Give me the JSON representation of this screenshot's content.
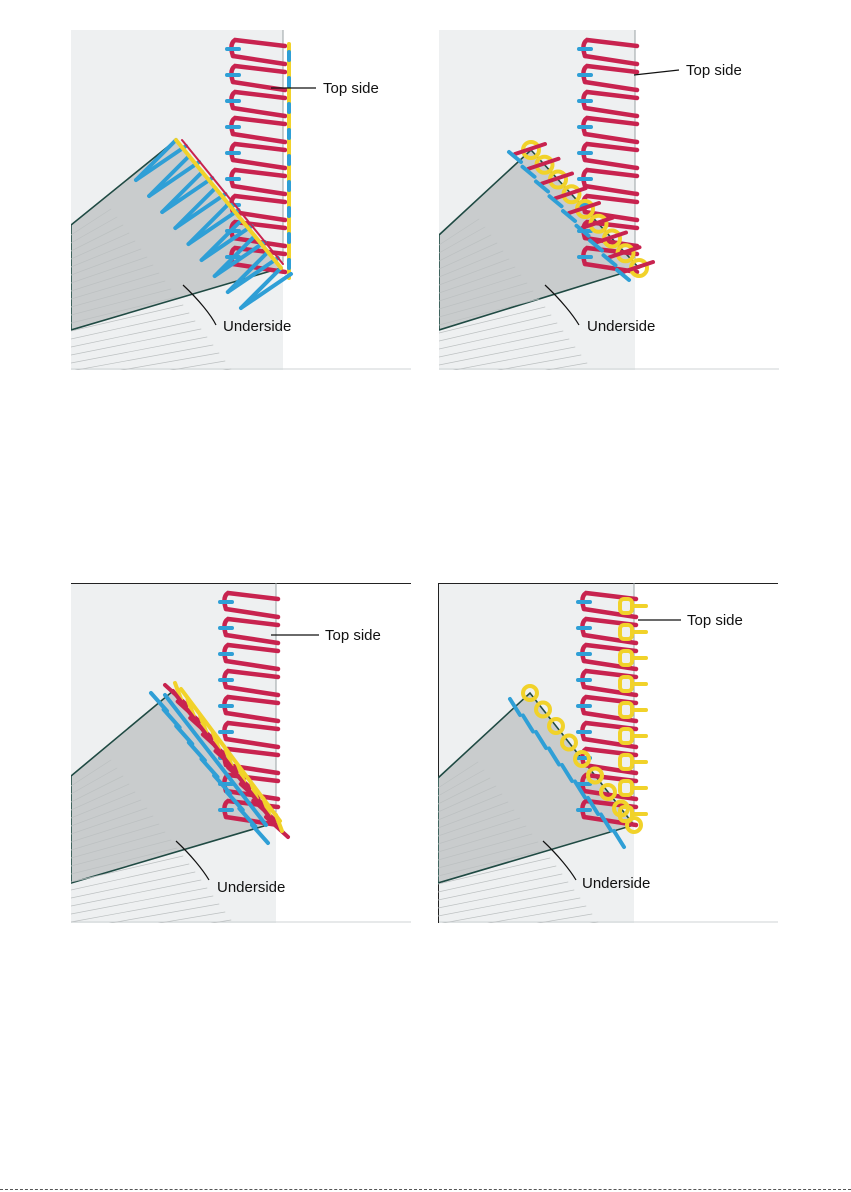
{
  "panels": [
    {
      "top_label": "Top side",
      "bottom_label": "Underside",
      "variant": "overlock-3-thread"
    },
    {
      "top_label": "Top side",
      "bottom_label": "Underside",
      "variant": "chain-loop"
    },
    {
      "top_label": "Top side",
      "bottom_label": "Underside",
      "variant": "overlock-4-thread"
    },
    {
      "top_label": "Top side",
      "bottom_label": "Underside",
      "variant": "safety-stitch"
    }
  ],
  "colors": {
    "top_fabric": "#eef0f1",
    "under_fabric": "#c9cccd",
    "edge": "#1f4a43",
    "thread_red": "#c8234f",
    "thread_blue": "#2f9fd6",
    "thread_yellow": "#f1d22a"
  }
}
